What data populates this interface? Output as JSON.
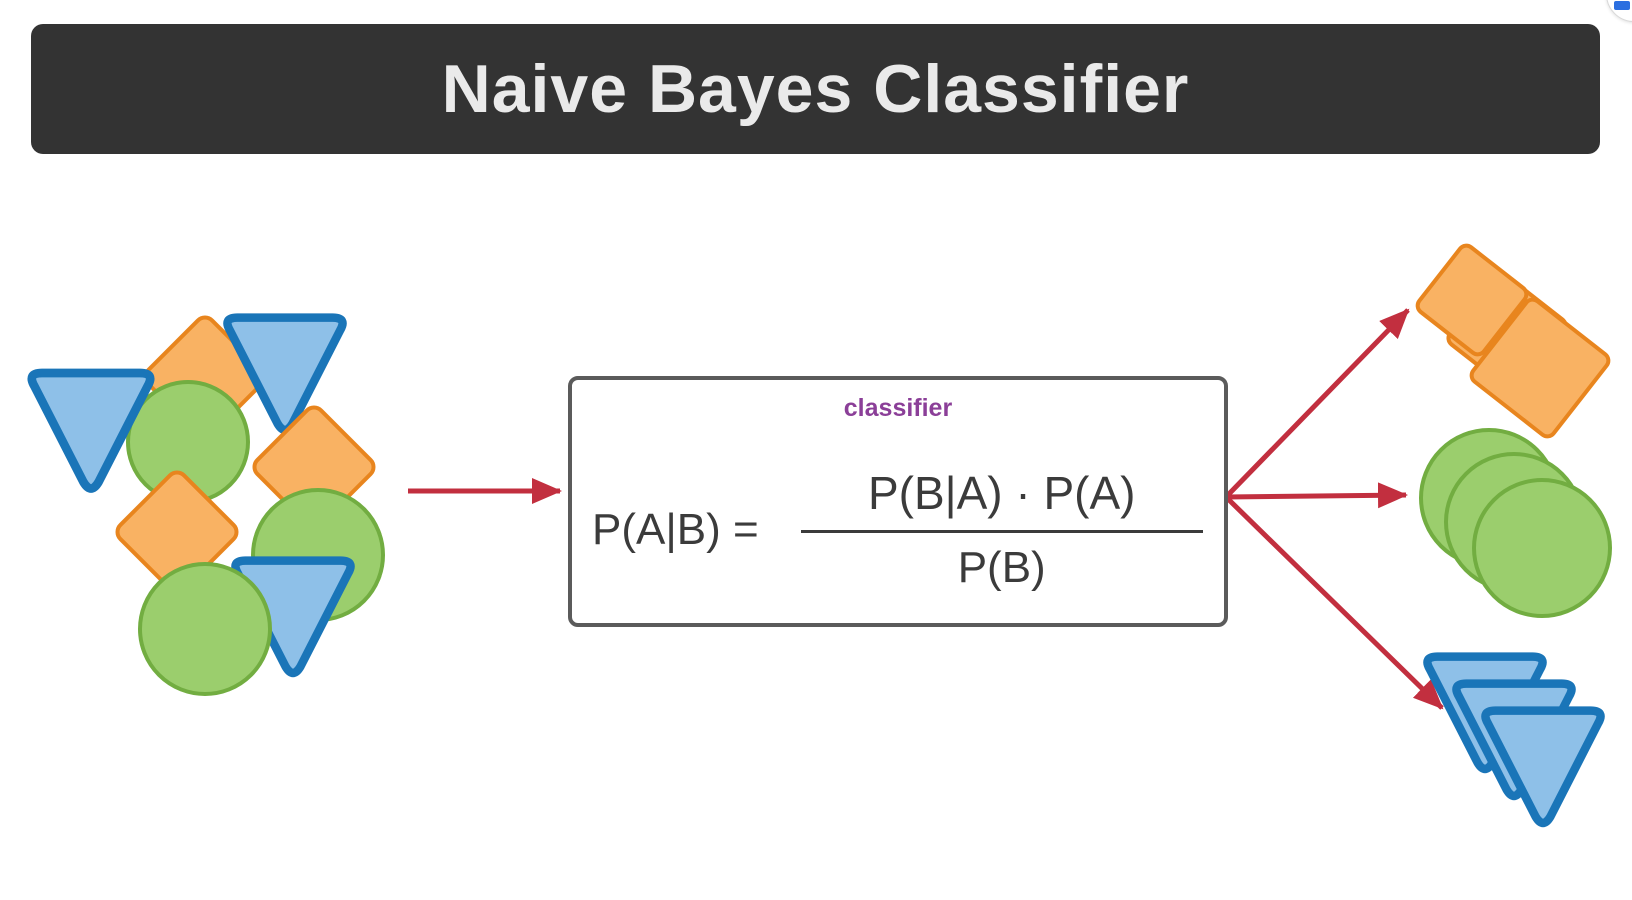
{
  "title": "Naive Bayes Classifier",
  "classifier_box": {
    "label": "classifier",
    "formula_lhs": "P(A|B) =",
    "formula_numerator": "P(B|A) · P(A)",
    "formula_denominator": "P(B)"
  },
  "icons": {
    "input_cluster": "mixed-shapes-cluster",
    "output_top": "orange-squares-stack",
    "output_middle": "green-circles-stack",
    "output_bottom": "blue-triangles-stack"
  },
  "colors": {
    "title_bar_bg": "#333333",
    "title_text": "#eaeaea",
    "box_border": "#5b5b5b",
    "label_purple": "#8b3f98",
    "formula_text": "#3b3b3b",
    "arrow_red": "#c22f3f",
    "orange_fill": "#f9b263",
    "orange_border": "#e8851e",
    "green_fill": "#9bce6d",
    "green_border": "#72ad41",
    "blue_fill": "#8ec0e8",
    "blue_border": "#1a75b8"
  }
}
